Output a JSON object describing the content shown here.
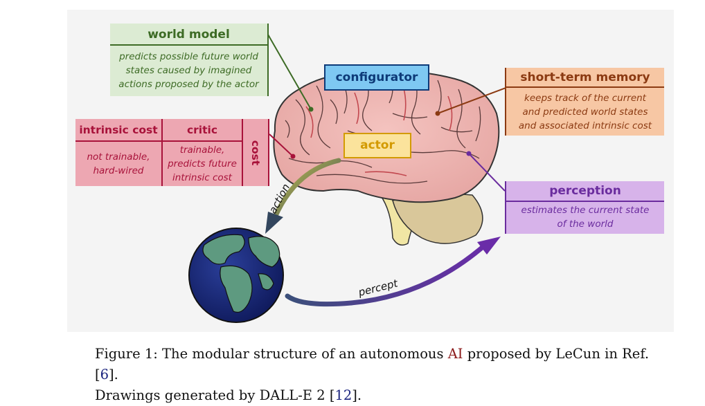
{
  "modules": {
    "world_model": {
      "title": "world model",
      "desc": [
        "predicts possible future world",
        "states caused by imagined",
        "actions proposed by the actor"
      ]
    },
    "configurator": {
      "title": "configurator"
    },
    "short_term_memory": {
      "title": "short-term memory",
      "desc": [
        "keeps track of the current",
        "and predicted world states",
        "and associated intrinsic cost"
      ]
    },
    "intrinsic_cost": {
      "title": "intrinsic cost",
      "desc": [
        "not trainable,",
        "hard-wired"
      ]
    },
    "critic": {
      "title": "critic",
      "desc": [
        "trainable,",
        "predicts future",
        "intrinsic cost"
      ]
    },
    "cost": {
      "title": "cost"
    },
    "actor": {
      "title": "actor"
    },
    "perception": {
      "title": "perception",
      "desc": [
        "estimates the current state",
        "of the world"
      ]
    }
  },
  "arrows": {
    "action": "action",
    "percept": "percept"
  },
  "caption": {
    "line1_a": "Figure 1:  The modular structure of an autonomous ",
    "line1_ai": "AI",
    "line1_b": " proposed by LeCun in Ref. [",
    "line1_ref": "6",
    "line1_c": "].",
    "line2_a": "Drawings generated by DALL-E 2 [",
    "line2_ref": "12",
    "line2_c": "]."
  },
  "colors": {
    "world_model_bg": "#dcebd3",
    "world_model_line": "#3d6b25",
    "configurator_bg": "#7ec8f2",
    "configurator_text": "#0d3a78",
    "memory_bg": "#f7c7a4",
    "memory_line": "#8b3a12",
    "cost_bg": "#eda7b2",
    "cost_line": "#a8123a",
    "actor_bg": "#fbe39c",
    "actor_text": "#d39a00",
    "perception_bg": "#d7b3ea",
    "perception_line": "#6a2c9e"
  }
}
